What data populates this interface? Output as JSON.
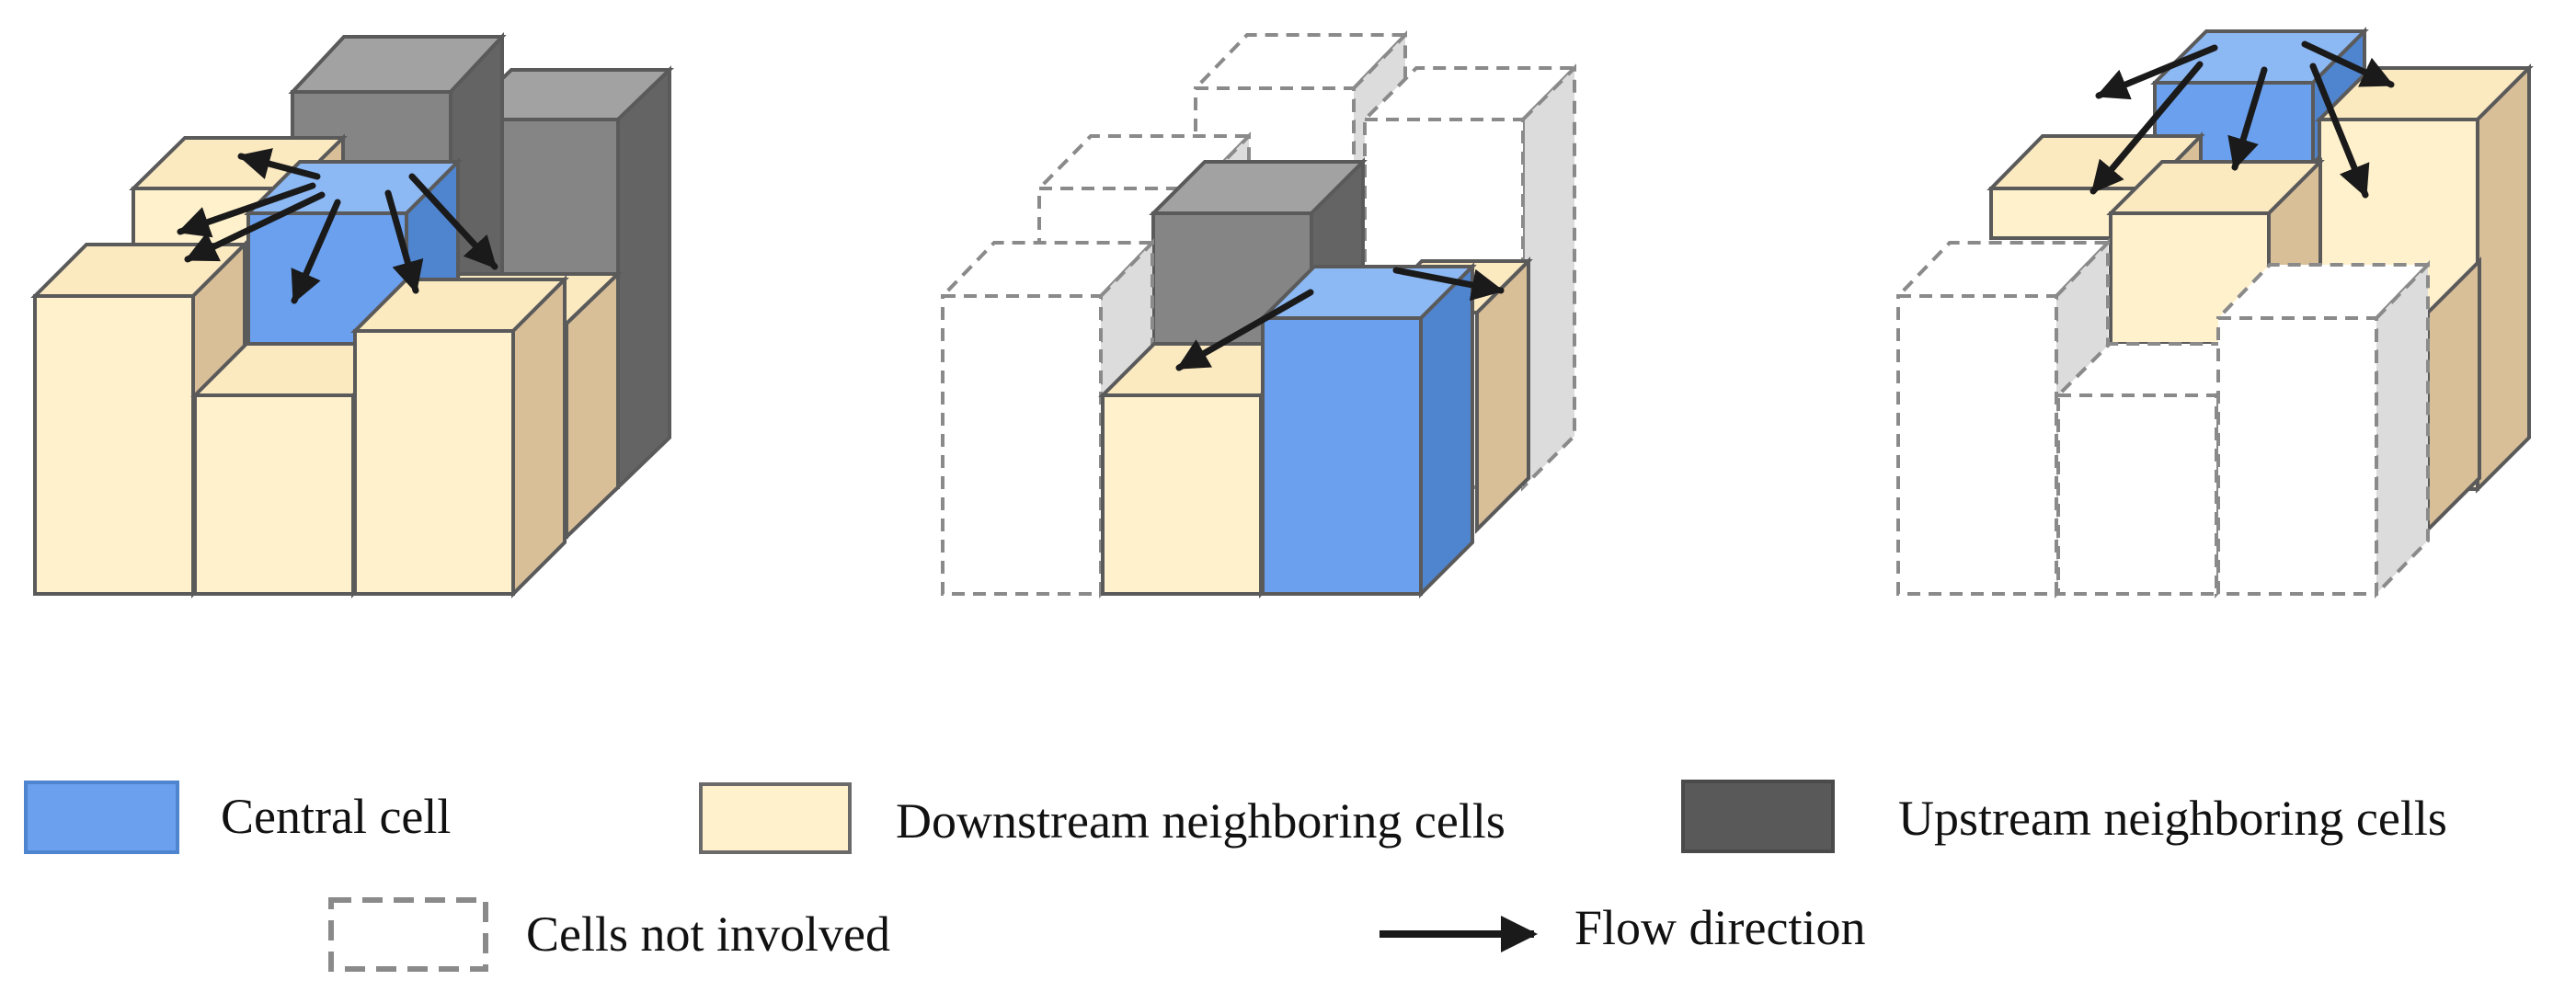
{
  "legend": {
    "central": "Central cell",
    "downstream": "Downstream neighboring cells",
    "upstream": "Upstream neighboring cells",
    "not_involved": "Cells not involved",
    "flow": "Flow direction"
  },
  "colors": {
    "central_front": "#6aa0ee",
    "central_top": "#8cb8f4",
    "central_side": "#4f84cf",
    "down_front": "#fff1cc",
    "down_top": "#fbe9c0",
    "down_side": "#d9bf98",
    "up_front": "#858585",
    "up_top": "#a2a2a2",
    "up_side": "#646464",
    "dashed_side": "#dcdcdc",
    "edge": "#5a5a5a",
    "dash_edge": "#8a8a8a",
    "arrow": "#1a1a1a",
    "legend_upstream": "#595959"
  }
}
